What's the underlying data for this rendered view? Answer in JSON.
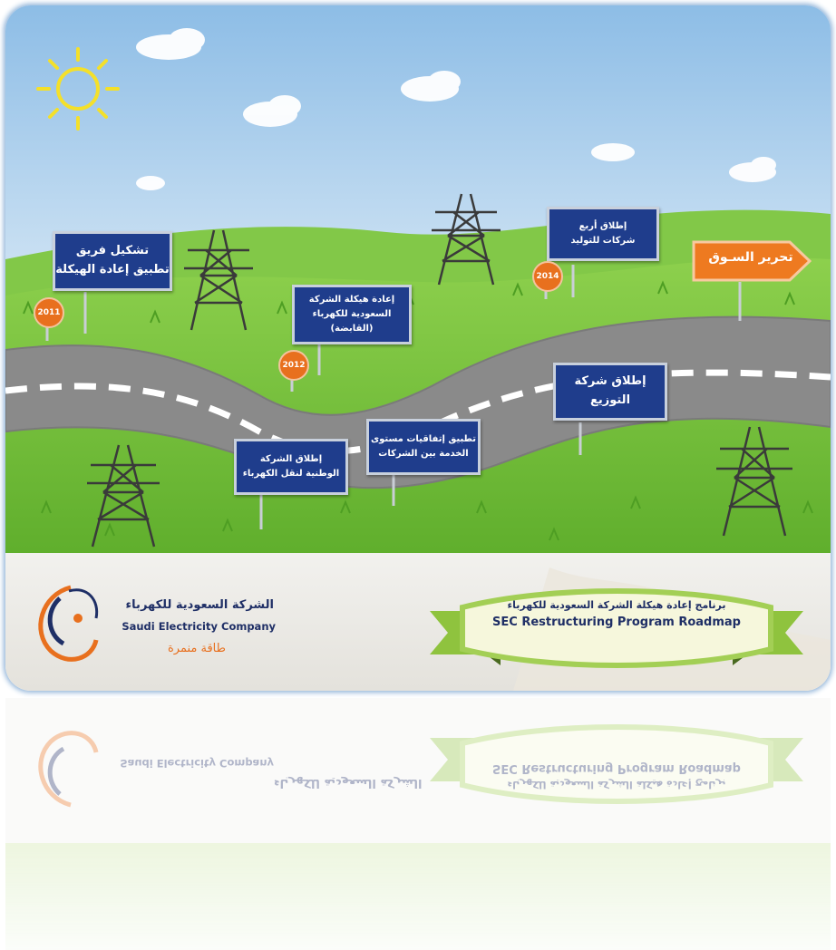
{
  "roadmap": {
    "milestones": [
      {
        "id": "team",
        "label": "تشكيل فريق\nتطبيق إعادة الهيكلة"
      },
      {
        "id": "holding",
        "label": "إعادة هيكلة الشركة\nالسعودية للكهرباء (القابضة)"
      },
      {
        "id": "transmission",
        "label": "إطلاق الشركة\nالوطنية لنقل الكهرباء"
      },
      {
        "id": "sla",
        "label": "تطبيق إتفاقيات مستوى\nالخدمة بين الشركات"
      },
      {
        "id": "distribution",
        "label": "إطلاق شركة\nالتوزيع"
      },
      {
        "id": "generation",
        "label": "إطلاق أربع\nشركات للتوليد"
      }
    ],
    "years": [
      "2011",
      "2012",
      "2014"
    ],
    "final": "تحرير السـوق"
  },
  "company": {
    "name_ar": "الشركة السعودية للكهرباء",
    "name_en": "Saudi Electricity Company",
    "tagline": "طاقة منمرة"
  },
  "banner": {
    "title_ar": "برنامج إعادة هيكلة الشركة السعودية للكهرباء",
    "title_en": "SEC Restructuring Program Roadmap"
  },
  "colors": {
    "sky_top": "#9ec7ea",
    "grass": "#7cc242",
    "road": "#8a8a8a",
    "sign_blue": "#1f3d8c",
    "accent_orange": "#e8701e",
    "banner_green": "#9ccb4a"
  }
}
